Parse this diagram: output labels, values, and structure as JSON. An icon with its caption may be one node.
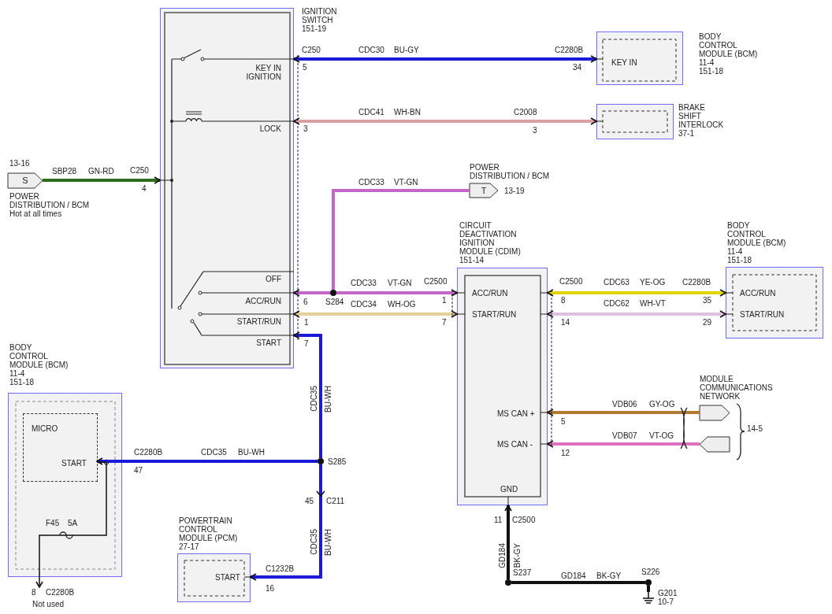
{
  "diagram": {
    "nodes": [
      {
        "text": [
          "IGNITION SWITCH 151-19",
          "KEY IN IGNITION",
          "LOCK",
          "OFF",
          "ACC/RUN",
          "START/RUN",
          "START"
        ]
      },
      {
        "text": [
          "KEY IN",
          "BODY CONTROL MODULE (BCM) 11-4 151-18"
        ]
      },
      {
        "text": [
          "BRAKE SHIFT INTERLOCK 37-1"
        ]
      },
      {
        "text": [
          "S"
        ],
        "beside": [
          "13-16",
          "POWER DISTRIBUTION / BCM",
          "Hot at all times"
        ]
      },
      {
        "text": [
          "T"
        ],
        "beside": [
          "POWER DISTRIBUTION / BCM",
          "13-19"
        ]
      },
      {
        "text": [
          "S284"
        ]
      },
      {
        "text": [
          "CIRCUIT DEACTIVATION IGNITION MODULE (CDIM) 151-14",
          "ACC/RUN",
          "START/RUN",
          "MS CAN +",
          "MS CAN -",
          "GND"
        ]
      },
      {
        "text": [
          "BODY CONTROL MODULE (BCM) 11-4 151-18",
          "ACC/RUN",
          "START/RUN"
        ]
      },
      {
        "text": [],
        "shape": "pentagon"
      },
      {
        "text": [],
        "shape": "pentagon"
      },
      {
        "text": [
          "BODY CONTROL MODULE (BCM) 11-4 151-18"
        ]
      },
      {
        "text": [
          "MICRO",
          "START"
        ],
        "in": 10
      },
      {
        "text": [
          "S285"
        ]
      },
      {
        "text": [
          "POWERTRAIN CONTROL MODULE (PCM) 27-17",
          "START"
        ]
      },
      {
        "text": [
          "S237"
        ]
      },
      {
        "text": [
          "S226"
        ]
      },
      {
        "text": [
          "G201 10-7"
        ]
      },
      {
        "text": [
          "8",
          "C2280B",
          "Not used"
        ]
      }
    ],
    "edges": [
      {
        "from": 0,
        "to": 1,
        "arrow": "both",
        "color": "#1a1ad8"
      },
      {
        "from": 0,
        "to": 2,
        "arrow": "both",
        "color": "#d8a0a0"
      },
      {
        "from": 3,
        "to": 0,
        "arrow": "to",
        "color": "#2e6b1e"
      },
      {
        "from": 5,
        "to": 0,
        "arrow": "to",
        "color": "#c266c8"
      },
      {
        "from": 5,
        "to": 4,
        "arrow": "none",
        "color": "#c266c8"
      },
      {
        "from": 5,
        "to": 6,
        "arrow": "to",
        "color": "#c266c8"
      },
      {
        "from": 0,
        "to": 6,
        "arrow": "both",
        "color": "#e6cf9a"
      },
      {
        "from": 6,
        "to": 7,
        "arrow": "both",
        "color": "#e3d400"
      },
      {
        "from": 6,
        "to": 7,
        "arrow": "both",
        "color": "#e0c0e0"
      },
      {
        "from": 8,
        "to": 6,
        "arrow": "to",
        "color": "#b07a30"
      },
      {
        "from": 9,
        "to": 6,
        "arrow": "to",
        "color": "#e070c0"
      },
      {
        "from": 12,
        "to": 0,
        "arrow": "to",
        "color": "#1a1ad8"
      },
      {
        "from": 12,
        "to": 11,
        "arrow": "to",
        "color": "#1a1ad8"
      },
      {
        "from": 12,
        "to": 13,
        "arrow": "to",
        "color": "#1a1ad8"
      },
      {
        "from": 14,
        "to": 6,
        "arrow": "to",
        "color": "#111111"
      },
      {
        "from": 14,
        "to": 15,
        "arrow": "none",
        "color": "#111111"
      },
      {
        "from": 15,
        "to": 16,
        "arrow": "none",
        "color": "#111111"
      },
      {
        "from": 11,
        "to": 17,
        "arrow": "to",
        "color": "#111111"
      }
    ],
    "labels": [
      "C250",
      "5",
      "CDC30",
      "BU-GY",
      "C2280B",
      "34",
      "CDC41",
      "WH-BN",
      "C2008",
      "3",
      "3",
      "SBP28",
      "GN-RD",
      "C250",
      "4",
      "CDC33",
      "VT-GN",
      "CDC33",
      "VT-GN",
      "C2500",
      "6",
      "1",
      "CDC34",
      "WH-OG",
      "1",
      "7",
      "C2500",
      "CDC63",
      "YE-OG",
      "C2280B",
      "8",
      "35",
      "CDC62",
      "WH-VT",
      "14",
      "29",
      "7",
      "CDC35",
      "BU-WH",
      "MODULE COMMUNICATIONS NETWORK",
      "VDB06",
      "GY-OG",
      "5",
      "14-5",
      "VDB07",
      "VT-OG",
      "C2280B",
      "CDC35",
      "BU-WH",
      "12",
      "47",
      "45",
      "C211",
      "F45",
      "5A",
      "11",
      "C2500",
      "CDC35",
      "BU-WH",
      "GD184",
      "BK-GY",
      "C1232B",
      "16",
      "GD184",
      "BK-GY"
    ]
  }
}
